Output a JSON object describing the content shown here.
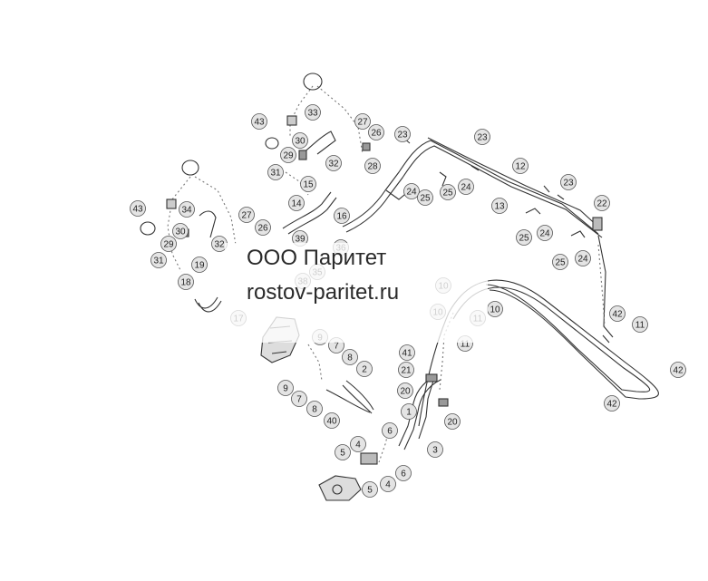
{
  "watermark": {
    "company": "ООО Паритет",
    "website": "rostov-paritet.ru"
  },
  "callouts": [
    "43",
    "33",
    "27",
    "26",
    "30",
    "29",
    "32",
    "31",
    "28",
    "23",
    "23",
    "12",
    "23",
    "22",
    "24",
    "25",
    "24",
    "25",
    "13",
    "25",
    "24",
    "25",
    "24",
    "15",
    "14",
    "16",
    "43",
    "34",
    "27",
    "26",
    "30",
    "29",
    "32",
    "31",
    "19",
    "18",
    "17",
    "39",
    "36",
    "35",
    "38",
    "10",
    "11",
    "10",
    "11",
    "42",
    "11",
    "10",
    "42",
    "42",
    "41",
    "21",
    "20",
    "20",
    "1",
    "3",
    "9",
    "7",
    "8",
    "2",
    "9",
    "7",
    "8",
    "40",
    "6",
    "4",
    "5",
    "4",
    "5",
    "6"
  ],
  "colors": {
    "line": "#333333",
    "callout_fill": "#e4e4e4",
    "callout_stroke": "#555555"
  }
}
